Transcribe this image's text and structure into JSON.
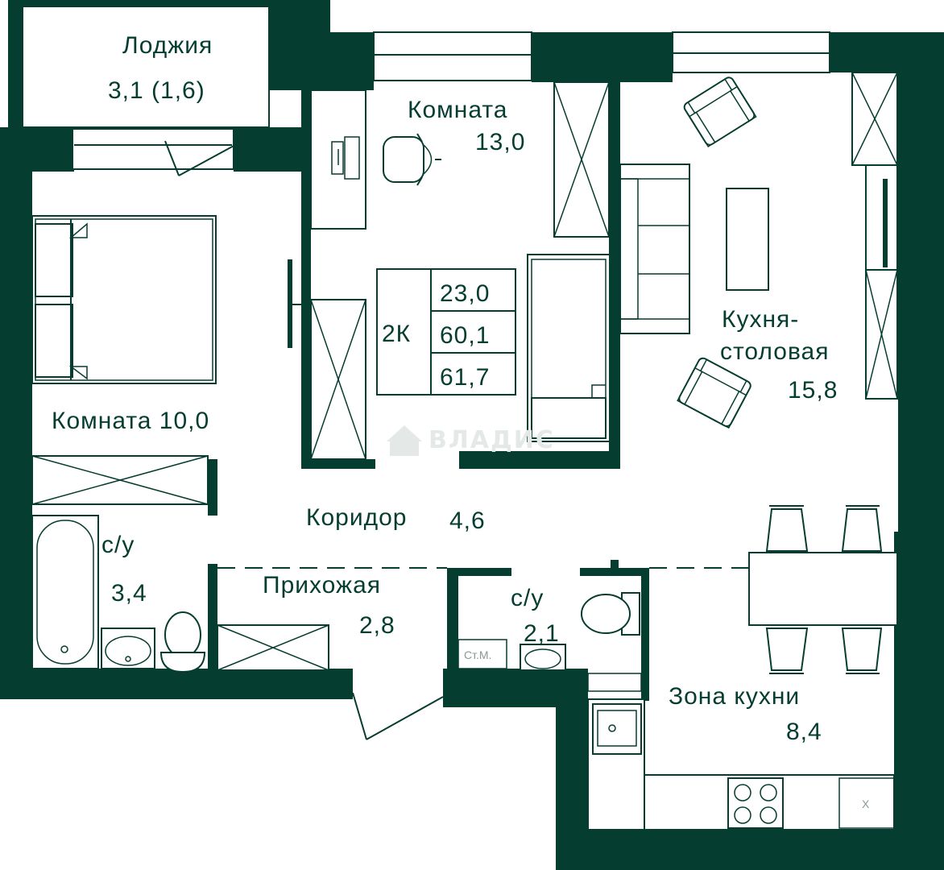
{
  "rooms": {
    "loggia": {
      "name": "Лоджия",
      "area": "3,1 (1,6)"
    },
    "room13": {
      "name": "Комната",
      "area": "13,0"
    },
    "kitchen_dining": {
      "name_line1": "Кухня-",
      "name_line2": "столовая",
      "area": "15,8"
    },
    "room10": {
      "name": "Комната 10,0"
    },
    "corridor": {
      "name": "Коридор",
      "area": "4,6"
    },
    "bath1": {
      "name": "с/у",
      "area": "3,4"
    },
    "hall": {
      "name": "Прихожая",
      "area": "2,8"
    },
    "bath2": {
      "name": "с/у",
      "area": "2,1"
    },
    "kitchen_zone": {
      "name": "Зона кухни",
      "area": "8,4"
    }
  },
  "summary": {
    "type": "2К",
    "living_area": "23,0",
    "total_area": "60,1",
    "total_with_loggia": "61,7"
  },
  "washer_label": "Ст.М.",
  "fridge_mark": "Х",
  "watermark": "ВЛАДИС",
  "colors": {
    "wall": "#053d30",
    "background": "#ffffff",
    "watermark": "#e4e8e6"
  }
}
